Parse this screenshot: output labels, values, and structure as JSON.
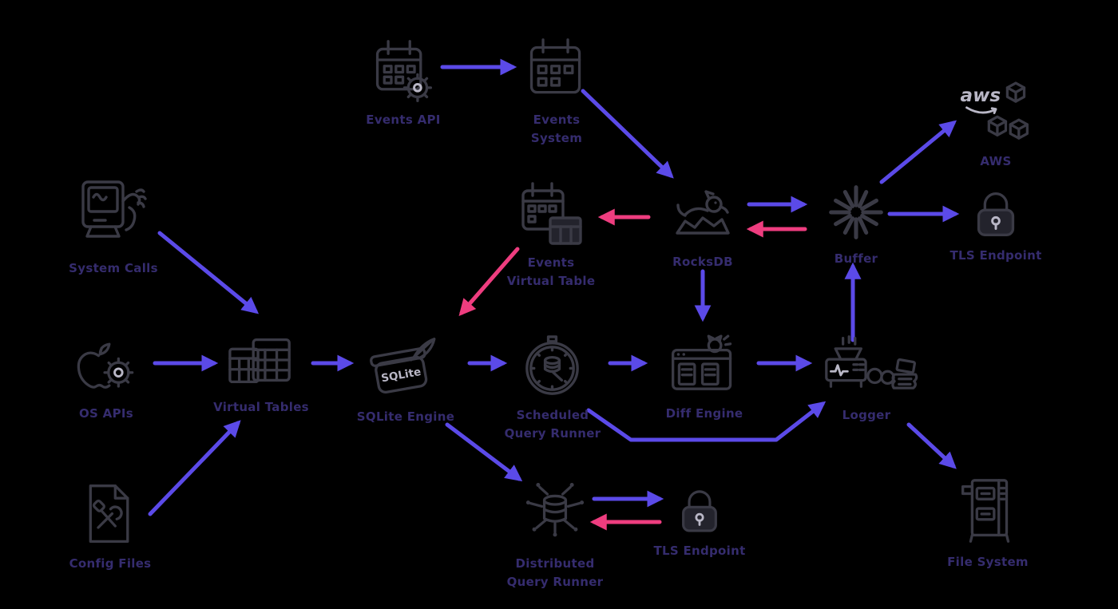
{
  "colors": {
    "background": "#000000",
    "arrow_primary": "#5b4ae8",
    "arrow_secondary": "#ee3d7f",
    "label": "#352c6e",
    "icon_ink": "#3a3a45",
    "icon_light": "#b9b7c6"
  },
  "icon_text": {
    "sqlite": "SQLite",
    "aws": "aws"
  },
  "nodes": {
    "events_api": {
      "label": "Events API"
    },
    "events_system": {
      "label": "Events\nSystem"
    },
    "events_virtual_table": {
      "label": "Events\nVirtual Table"
    },
    "rocksdb": {
      "label": "RocksDB"
    },
    "buffer": {
      "label": "Buffer"
    },
    "aws": {
      "label": "AWS"
    },
    "tls_endpoint_top": {
      "label": "TLS Endpoint"
    },
    "system_calls": {
      "label": "System Calls"
    },
    "os_apis": {
      "label": "OS APIs"
    },
    "config_files": {
      "label": "Config Files"
    },
    "virtual_tables": {
      "label": "Virtual Tables"
    },
    "sqlite_engine": {
      "label": "SQLite Engine"
    },
    "scheduled_query_runner": {
      "label": "Scheduled\nQuery Runner"
    },
    "diff_engine": {
      "label": "Diff Engine"
    },
    "logger": {
      "label": "Logger"
    },
    "file_system": {
      "label": "File System"
    },
    "distributed_query_runner": {
      "label": "Distributed\nQuery Runner"
    },
    "tls_endpoint_bottom": {
      "label": "TLS Endpoint"
    }
  }
}
